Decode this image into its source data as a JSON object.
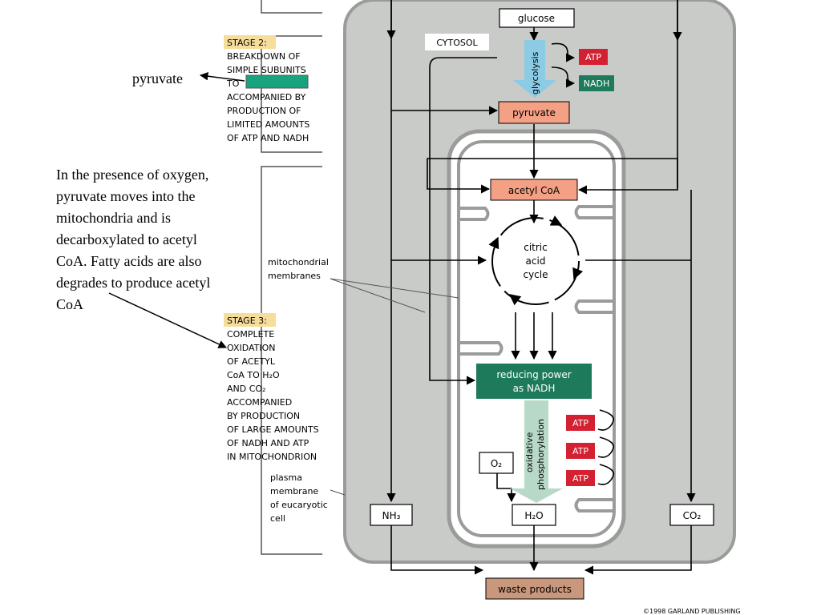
{
  "notes": {
    "pyruvate_label": "pyruvate",
    "oxygen_note": [
      "In the presence of oxygen,",
      "pyruvate moves into the",
      "mitochondria and is",
      "decarboxylated to acetyl",
      "CoA.  Fatty acids are also",
      "degrades to produce acetyl",
      "CoA"
    ]
  },
  "stage2": {
    "tag": "STAGE 2:",
    "lines": [
      "BREAKDOWN OF",
      "SIMPLE SUBUNITS",
      "TO",
      "ACCOMPANIED BY",
      "PRODUCTION OF",
      "LIMITED AMOUNTS",
      "OF ATP AND NADH"
    ]
  },
  "stage3": {
    "tag": "STAGE 3:",
    "lines": [
      "COMPLETE",
      "OXIDATION",
      "OF ACETYL",
      "CoA TO H₂O",
      "AND CO₂",
      "ACCOMPANIED",
      "BY PRODUCTION",
      "OF LARGE AMOUNTS",
      "OF NADH AND ATP",
      "IN MITOCHONDRION"
    ]
  },
  "labels": {
    "mito_membranes": [
      "mitochondrial",
      "membranes"
    ],
    "plasma_membrane": [
      "plasma",
      "membrane",
      "of eucaryotic",
      "cell"
    ],
    "cytosol": "CYTOSOL",
    "glucose": "glucose",
    "glycolysis": "glycolysis",
    "atp": "ATP",
    "nadh": "NADH",
    "pyruvate": "pyruvate",
    "acetyl_coa": "acetyl CoA",
    "citric_cycle": [
      "citric",
      "acid",
      "cycle"
    ],
    "reducing_power": [
      "reducing power",
      "as NADH"
    ],
    "oxphos": [
      "oxidative",
      "phosphorylation"
    ],
    "o2": "O₂",
    "h2o": "H₂O",
    "nh3": "NH₃",
    "co2": "CO₂",
    "waste": "waste products",
    "copyright": "©1998 GARLAND PUBLISHING"
  },
  "colors": {
    "cell_gray": "#c9cbc8",
    "cell_border": "#9a9c99",
    "tan": "#f6dd9a",
    "teal": "#1aa37f",
    "dark_green": "#1d7a5b",
    "salmon": "#f4a084",
    "red": "#d32131",
    "light_blue": "#8ccbe4",
    "light_green": "#b8d9c8",
    "waste_brown": "#c9977b"
  }
}
